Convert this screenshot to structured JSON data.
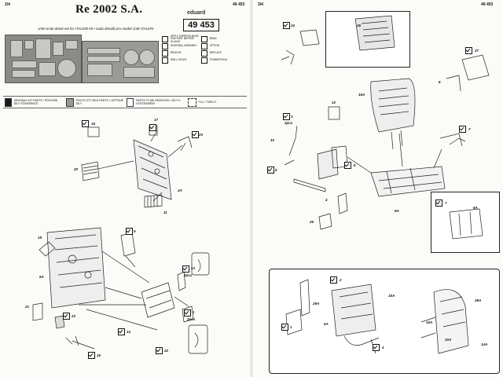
{
  "left_page": {
    "page_number": "2/4",
    "title": "Re 2002 S.A.",
    "brand": "eduard",
    "part_number": "49 453",
    "subtitle": "1/48 scale detail set for ITALERI kit  •  sada detailů pro model 1/48 ITALERI",
    "instructions": [
      "APPLY EXPRESS MASK ONE PART BEFORE GLUING",
      "DIHEDRAL ASSEMBLY",
      "BEND",
      "OPTION",
      "REMOVE",
      "DRILL HOLES",
      "REPLACE",
      "SYMMETRICAL"
    ],
    "legend": [
      {
        "label": "ORIGINAL KIT PARTS / PŮVODNÍ DÍLY STAVEBNICE",
        "color": "#1a1a1a"
      },
      {
        "label": "PHOTO-ETCHED PARTS / LEPTANÉ DÍLY",
        "color": "#9a9a96"
      },
      {
        "label": "PARTS TO BE REMOVED / DÍLY K ODSTRANĚNÍ",
        "color": "#ffffff"
      },
      {
        "label": "FILL / TMELIT",
        "color": "#ffffff"
      }
    ],
    "labels": {
      "l16": "16",
      "l17": "17",
      "l23": "23",
      "l20": "20",
      "l11": "11",
      "l2A": "2A",
      "l19": "19",
      "l9": "9",
      "l5A": "5A",
      "l13": "13",
      "l2pcs_a": "2pcs",
      "l21": "21",
      "l22": "22",
      "l14": "14",
      "l15": "15",
      "l1": "1",
      "l2pcs_b": "2pcs",
      "l22b": "22"
    }
  },
  "right_page": {
    "page_number": "3/4",
    "part_number": "49 453",
    "labels": {
      "l24": "24",
      "l25": "25",
      "l27": "27",
      "l8": "8",
      "l16A": "16A",
      "l12": "12",
      "l3": "3",
      "l2pcs": "2pcs",
      "l10": "10",
      "l6": "6",
      "l7": "7",
      "l5": "5",
      "l4": "4",
      "l26": "26",
      "l6A": "6A",
      "l7b": "7",
      "l6Ab": "6A",
      "l2": "2",
      "l15A": "15A",
      "l29A": "29A",
      "l6Ac": "6A",
      "l1": "1",
      "l4b": "4",
      "l28A": "28A",
      "l15Ab": "15A",
      "l20A": "20A",
      "l14A": "14A"
    }
  }
}
